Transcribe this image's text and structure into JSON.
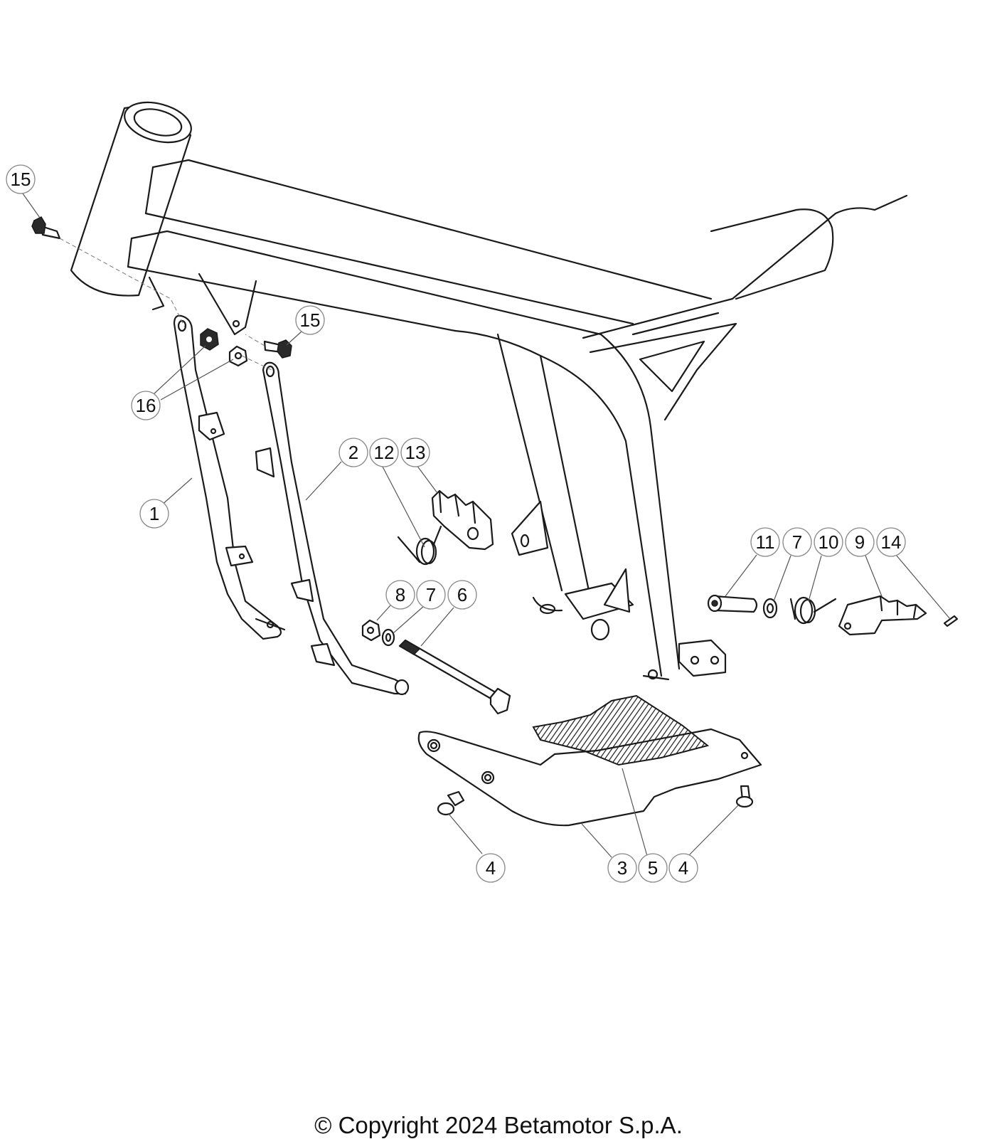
{
  "callouts": {
    "c1": "1",
    "c2": "2",
    "c3": "3",
    "c4a": "4",
    "c4b": "4",
    "c5": "5",
    "c6": "6",
    "c7a": "7",
    "c7b": "7",
    "c8": "8",
    "c9": "9",
    "c10": "10",
    "c11": "11",
    "c12": "12",
    "c13": "13",
    "c14": "14",
    "c15a": "15",
    "c15b": "15",
    "c16": "16"
  },
  "footer": {
    "copyright": "© Copyright 2024 Betamotor S.p.A."
  }
}
